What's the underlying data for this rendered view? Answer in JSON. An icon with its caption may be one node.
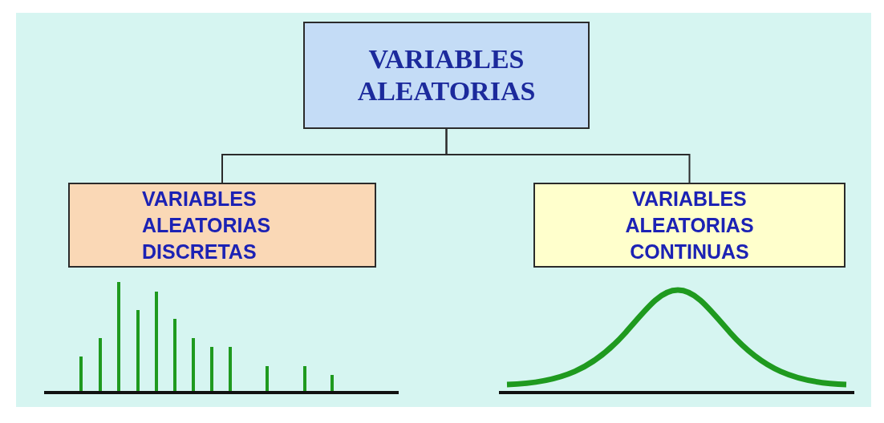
{
  "diagram": {
    "nodes": [
      {
        "text": [
          "VARIABLES ALEATORIAS"
        ]
      },
      {
        "text": [
          "VARIABLES ALEATORIAS DISCRETAS"
        ]
      },
      {
        "text": [
          "VARIABLES ALEATORIAS CONTINUAS"
        ]
      }
    ],
    "edges": [
      {
        "from": 0,
        "to": 1,
        "arrow": "none"
      },
      {
        "from": 0,
        "to": 2,
        "arrow": "none"
      }
    ]
  }
}
